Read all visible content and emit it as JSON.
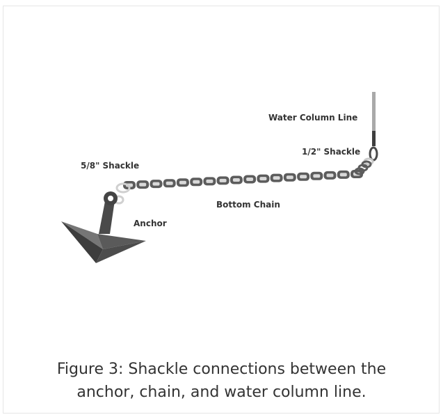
{
  "diagram": {
    "labels": {
      "water_column_line": "Water Column Line",
      "half_inch_shackle": "1/2\" Shackle",
      "five_eighths_shackle": "5/8\" Shackle",
      "bottom_chain": "Bottom Chain",
      "anchor": "Anchor"
    },
    "colors": {
      "chain": "#5c5c5c",
      "chain_highlight": "#d9d9d9",
      "anchor_dark": "#3d3d3d",
      "anchor_mid": "#5a5a5a",
      "anchor_light": "#767676",
      "line": "#9a9a9a",
      "shackle": "#c8c8c8"
    }
  },
  "caption": {
    "line1": "Figure 3: Shackle connections between the",
    "line2": "anchor, chain, and water column line."
  }
}
